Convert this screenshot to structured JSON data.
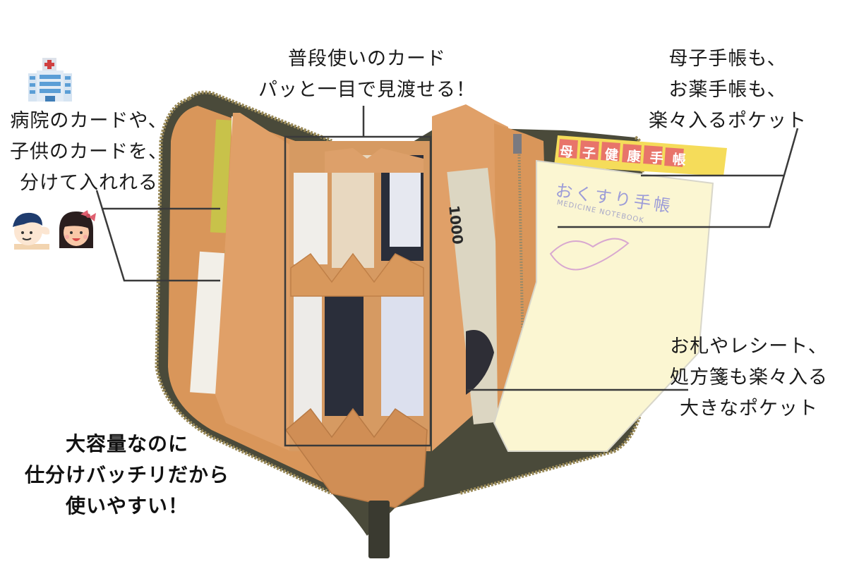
{
  "callouts": {
    "hospital_cards": {
      "lines": [
        "病院のカードや、",
        "子供のカードを、",
        "分けて入れれる"
      ]
    },
    "everyday_cards": {
      "lines": [
        "普段使いのカード",
        "パッと一目で見渡せる！"
      ]
    },
    "notebooks": {
      "lines": [
        "母子手帳も、",
        "お薬手帳も、",
        "楽々入るポケット"
      ]
    },
    "bills_receipts": {
      "lines": [
        "お札やレシート、",
        "処方箋も楽々入る",
        "大きなポケット"
      ]
    },
    "summary": {
      "lines": [
        "大容量なのに",
        "仕分けバッチリだから",
        "使いやすい！"
      ]
    }
  },
  "product_labels": {
    "maternal_handbook": "母子健康手帳",
    "medicine_notebook": "おくすり手帳",
    "medicine_notebook_en": "MEDICINE NOTEBOOK",
    "banknote_value": "1000"
  },
  "icons": {
    "hospital": "hospital-icon",
    "boy": "boy-face-icon",
    "girl": "girl-face-icon"
  },
  "colors": {
    "leather": "#D9965A",
    "leather_light": "#E6AC72",
    "leather_dark": "#B87A45",
    "shell": "#4A4A3A",
    "zipper": "#8A7A50",
    "callout_line": "#3A3A3A",
    "notebook_yellow": "#F5DC5A",
    "notebook_cream": "#FBF6D2",
    "label_red": "#E8746A"
  }
}
